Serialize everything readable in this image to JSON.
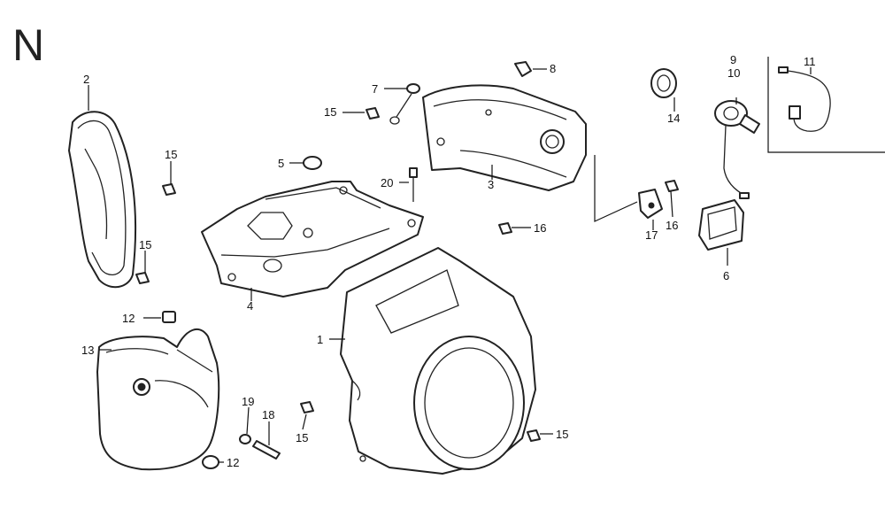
{
  "diagram": {
    "section_letter": "N",
    "labels": {
      "p1": "1",
      "p2": "2",
      "p3": "3",
      "p4": "4",
      "p5": "5",
      "p6": "6",
      "p7": "7",
      "p8": "8",
      "p9": "9",
      "p10": "10",
      "p11": "11",
      "p12a": "12",
      "p12b": "12",
      "p13": "13",
      "p14": "14",
      "p15a": "15",
      "p15b": "15",
      "p15c": "15",
      "p15d": "15",
      "p15e": "15",
      "p16a": "16",
      "p16b": "16",
      "p17": "17",
      "p18": "18",
      "p19": "19",
      "p20": "20"
    }
  }
}
